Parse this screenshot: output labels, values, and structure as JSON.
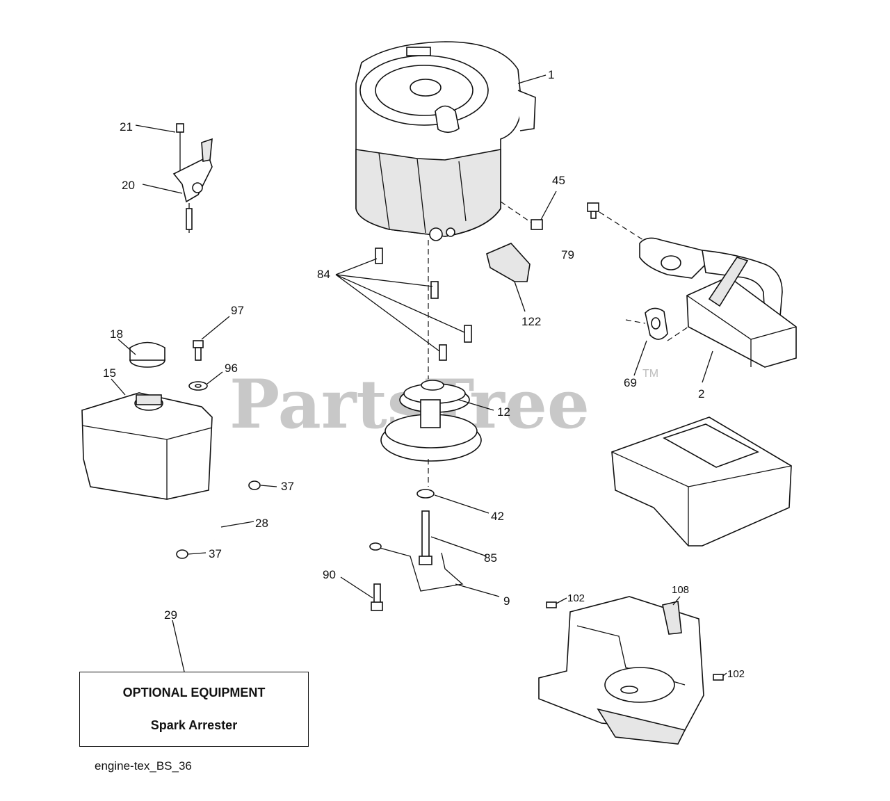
{
  "diagram": {
    "watermark": "PartsTree",
    "watermark_tm": "TM",
    "reference_code": "engine-tex_BS_36",
    "optional_box": {
      "title": "OPTIONAL EQUIPMENT",
      "item": "Spark Arrester"
    },
    "callouts": {
      "c1": "1",
      "c2": "2",
      "c9": "9",
      "c12": "12",
      "c15": "15",
      "c18": "18",
      "c20": "20",
      "c21": "21",
      "c28": "28",
      "c29": "29",
      "c37a": "37",
      "c37b": "37",
      "c42": "42",
      "c45": "45",
      "c69": "69",
      "c79": "79",
      "c84": "84",
      "c85": "85",
      "c90": "90",
      "c96": "96",
      "c97": "97",
      "c102a": "102",
      "c102b": "102",
      "c108": "108",
      "c122": "122"
    }
  }
}
